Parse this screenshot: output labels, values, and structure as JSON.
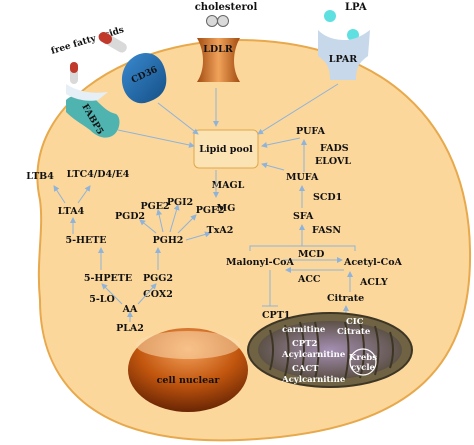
{
  "labels": {
    "cholesterol": "cholesterol",
    "free_fatty_acids": "free fatty acids",
    "lpa": "LPA",
    "cd36": "CD36",
    "ldlr": "LDLR",
    "lpar": "LPAR",
    "fabp5": "FABP5",
    "lipid_pool": "Lipid pool",
    "pufa": "PUFA",
    "fads": "FADS",
    "elovl": "ELOVL",
    "mufa": "MUFA",
    "magl": "MAGL",
    "mg": "MG",
    "scd1": "SCD1",
    "sfa": "SFA",
    "fasn": "FASN",
    "mcd": "MCD",
    "malonyl_coa": "Malonyl-CoA",
    "acetyl_coa": "Acetyl-CoA",
    "acc": "ACC",
    "acly": "ACLY",
    "citrate_out": "Citrate",
    "cpt1": "CPT1",
    "carnitine": "carnitine",
    "cic": "CIC",
    "citrate_in": "Citrate",
    "cpt2": "CPT2",
    "acylcarnitine_1": "Acylcarnitine",
    "cact": "CACT",
    "acylcarnitine_2": "Acylcarnitine",
    "krebs": "Krebs",
    "cycle": "cycle",
    "ltb4": "LTB4",
    "ltc4": "LTC4/D4/E4",
    "lta4": "LTA4",
    "hete": "5-HETE",
    "hpete": "5-HPETE",
    "lo": "5-LO",
    "aa": "AA",
    "pla2": "PLA2",
    "pge2": "PGE2",
    "pgi2": "PGI2",
    "pgf2": "PGF2",
    "pgd2": "PGD2",
    "pgh2": "PGH2",
    "txa2": "TxA2",
    "pgg2": "PGG2",
    "cox2": "COX2",
    "cell_nuclear": "cell nuclear"
  },
  "colors": {
    "cell_fill": "#fbd79c",
    "cell_stroke": "#e7a94b",
    "arrow": "#8fb3d9",
    "mito_fill": "#6f6344",
    "mito_inner": "#8a7a9a",
    "nucleus": "#c2560e",
    "cd36": "#1f6fb3",
    "ldlr": "#d9742a",
    "lpar": "#c7d8ea",
    "fabp5": "#4fb3b0",
    "lpa_ball": "#5ee0e0"
  }
}
